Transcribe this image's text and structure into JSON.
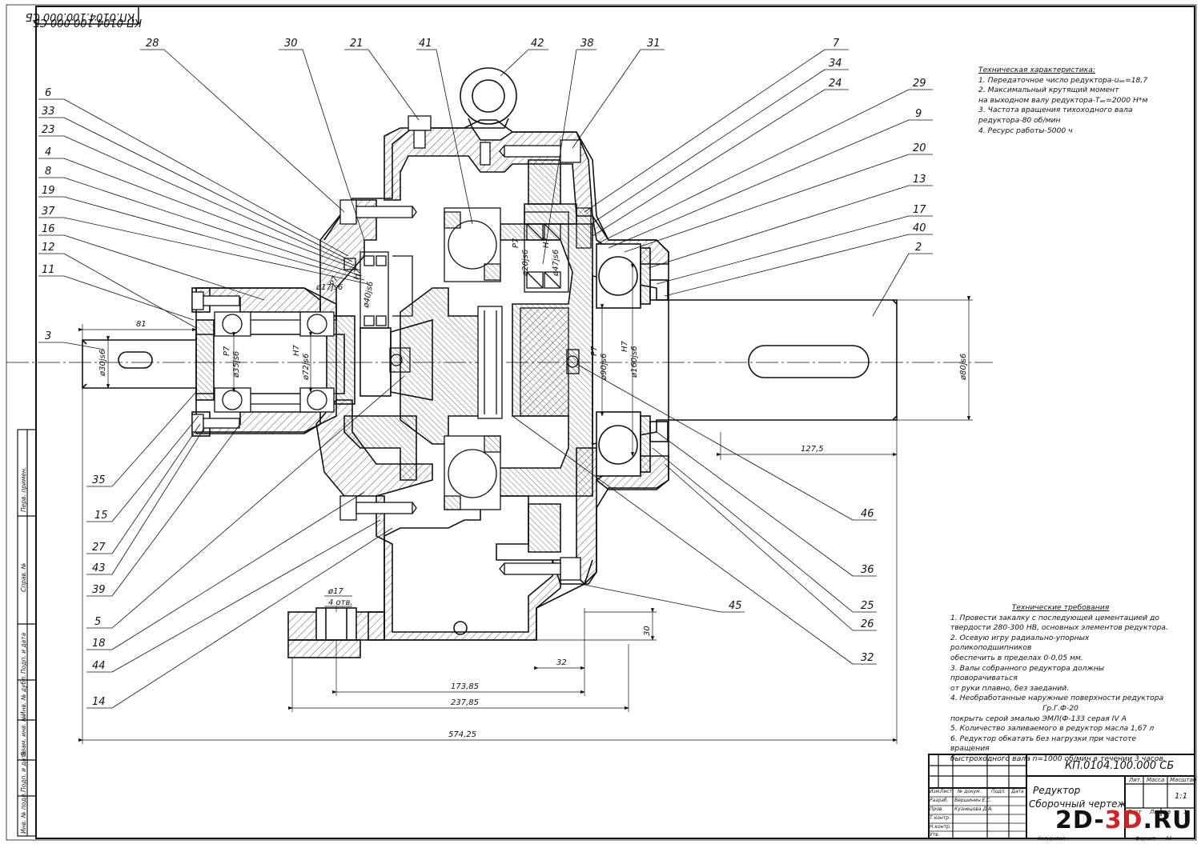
{
  "drawing": {
    "code_top": "КП.0104.100.000 СБ",
    "tech_specs": {
      "title": "Техническая характеристика:",
      "lines": [
        "1. Передаточное число редуктора-uₐₑ=18,7",
        "2. Максимальный крутящий момент",
        "на выходном валу редуктора-Tₐₑ=2000 Н*м",
        "3. Частота вращения тихоходного вала",
        "редуктора-80 об/мин",
        "4. Ресурс работы-5000 ч"
      ]
    },
    "requirements": {
      "title": "Технические требования",
      "lines": [
        "1. Провести закалку с последующей цементацией до",
        "твердости 280-300 НВ, основных элементов редуктора.",
        "2. Осевую игру радиально-упорных роликоподшипников",
        "обеспечить в пределах 0-0,05 мм.",
        "3. Валы собранного редуктора должны проворачиваться",
        "от руки плавно, без заеданий.",
        "4. Необработанные наружные поверхности редуктора",
        "Гр.Г.Ф-20",
        "покрыть серой эмалью ЭМЛ(Ф-133 серая IV А",
        "5. Количество заливаемого в редуктор масла 1,67 л",
        "6. Редуктор обкатать без нагрузки при частоте вращения",
        "быстроходного вала n=1000 об/мин в течении 3 часов."
      ]
    },
    "callouts": [
      "28",
      "30",
      "21",
      "41",
      "42",
      "38",
      "31",
      "7",
      "34",
      "24",
      "29",
      "9",
      "20",
      "13",
      "17",
      "40",
      "2",
      "6",
      "33",
      "23",
      "4",
      "8",
      "19",
      "37",
      "16",
      "12",
      "11",
      "3",
      "35",
      "15",
      "27",
      "43",
      "39",
      "5",
      "18",
      "44",
      "14",
      "46",
      "36",
      "25",
      "26",
      "32",
      "45"
    ],
    "dimensions": {
      "d81": "81",
      "d127": "127,5",
      "d32": "32",
      "d173": "173,85",
      "d237": "237,85",
      "d574": "574,25",
      "d30": "30",
      "hole": "ø17",
      "holes_count": "4 отв.",
      "shaft_in": "ø30js6",
      "shaft_out": "ø80js6",
      "fit_35": "ø35js6",
      "fit_35b": "P7",
      "fit_72": "ø72js6",
      "fit_72b": "H7",
      "fit_90": "ø90js6",
      "fit_90b": "P7",
      "fit_160": "ø160js6",
      "fit_160b": "H7",
      "fit_20": "ø20js6",
      "fit_20b": "P7",
      "fit_47": "ø47js6",
      "fit_47b": "H7",
      "fit_17": "ø17js6",
      "fit_17b": "P7",
      "fit_40": "ø40js6",
      "fit_40b": "H7"
    },
    "title_block": {
      "doc_code": "КП.0104.100.000 СБ",
      "name1": "Редуктор",
      "name2": "Сборочный чертеж",
      "col_headers": [
        "Изм.",
        "Лист",
        "№ докум.",
        "Подп.",
        "Дата"
      ],
      "roles": [
        "Разраб.",
        "Пров.",
        "Т.контр.",
        "Н.контр.",
        "Утв."
      ],
      "people": [
        "Вершинин Е.С.",
        "Кузнецова Д.А."
      ],
      "lit_label": "Лит.",
      "mass_label": "Масса",
      "scale_label": "Масштаб",
      "scale_value": "1:1",
      "sheet_label": "Лист",
      "sheets_label": "Листов",
      "sheets_value": "1",
      "copied": "Копировал",
      "format": "Формат",
      "format_value": "А1"
    },
    "side_stamp": [
      "Перв. примен.",
      "Справ. №",
      "Подп. и дата",
      "Инв. № дубл.",
      "Взам. инв. №",
      "Подп. и дата",
      "Инв. № подл."
    ],
    "watermark": {
      "part1": "2D-",
      "part2": "3D",
      "part3": ".RU"
    }
  },
  "colors": {
    "line": "#111111",
    "watermark_red": "#d62020",
    "watermark_black": "#111111"
  }
}
